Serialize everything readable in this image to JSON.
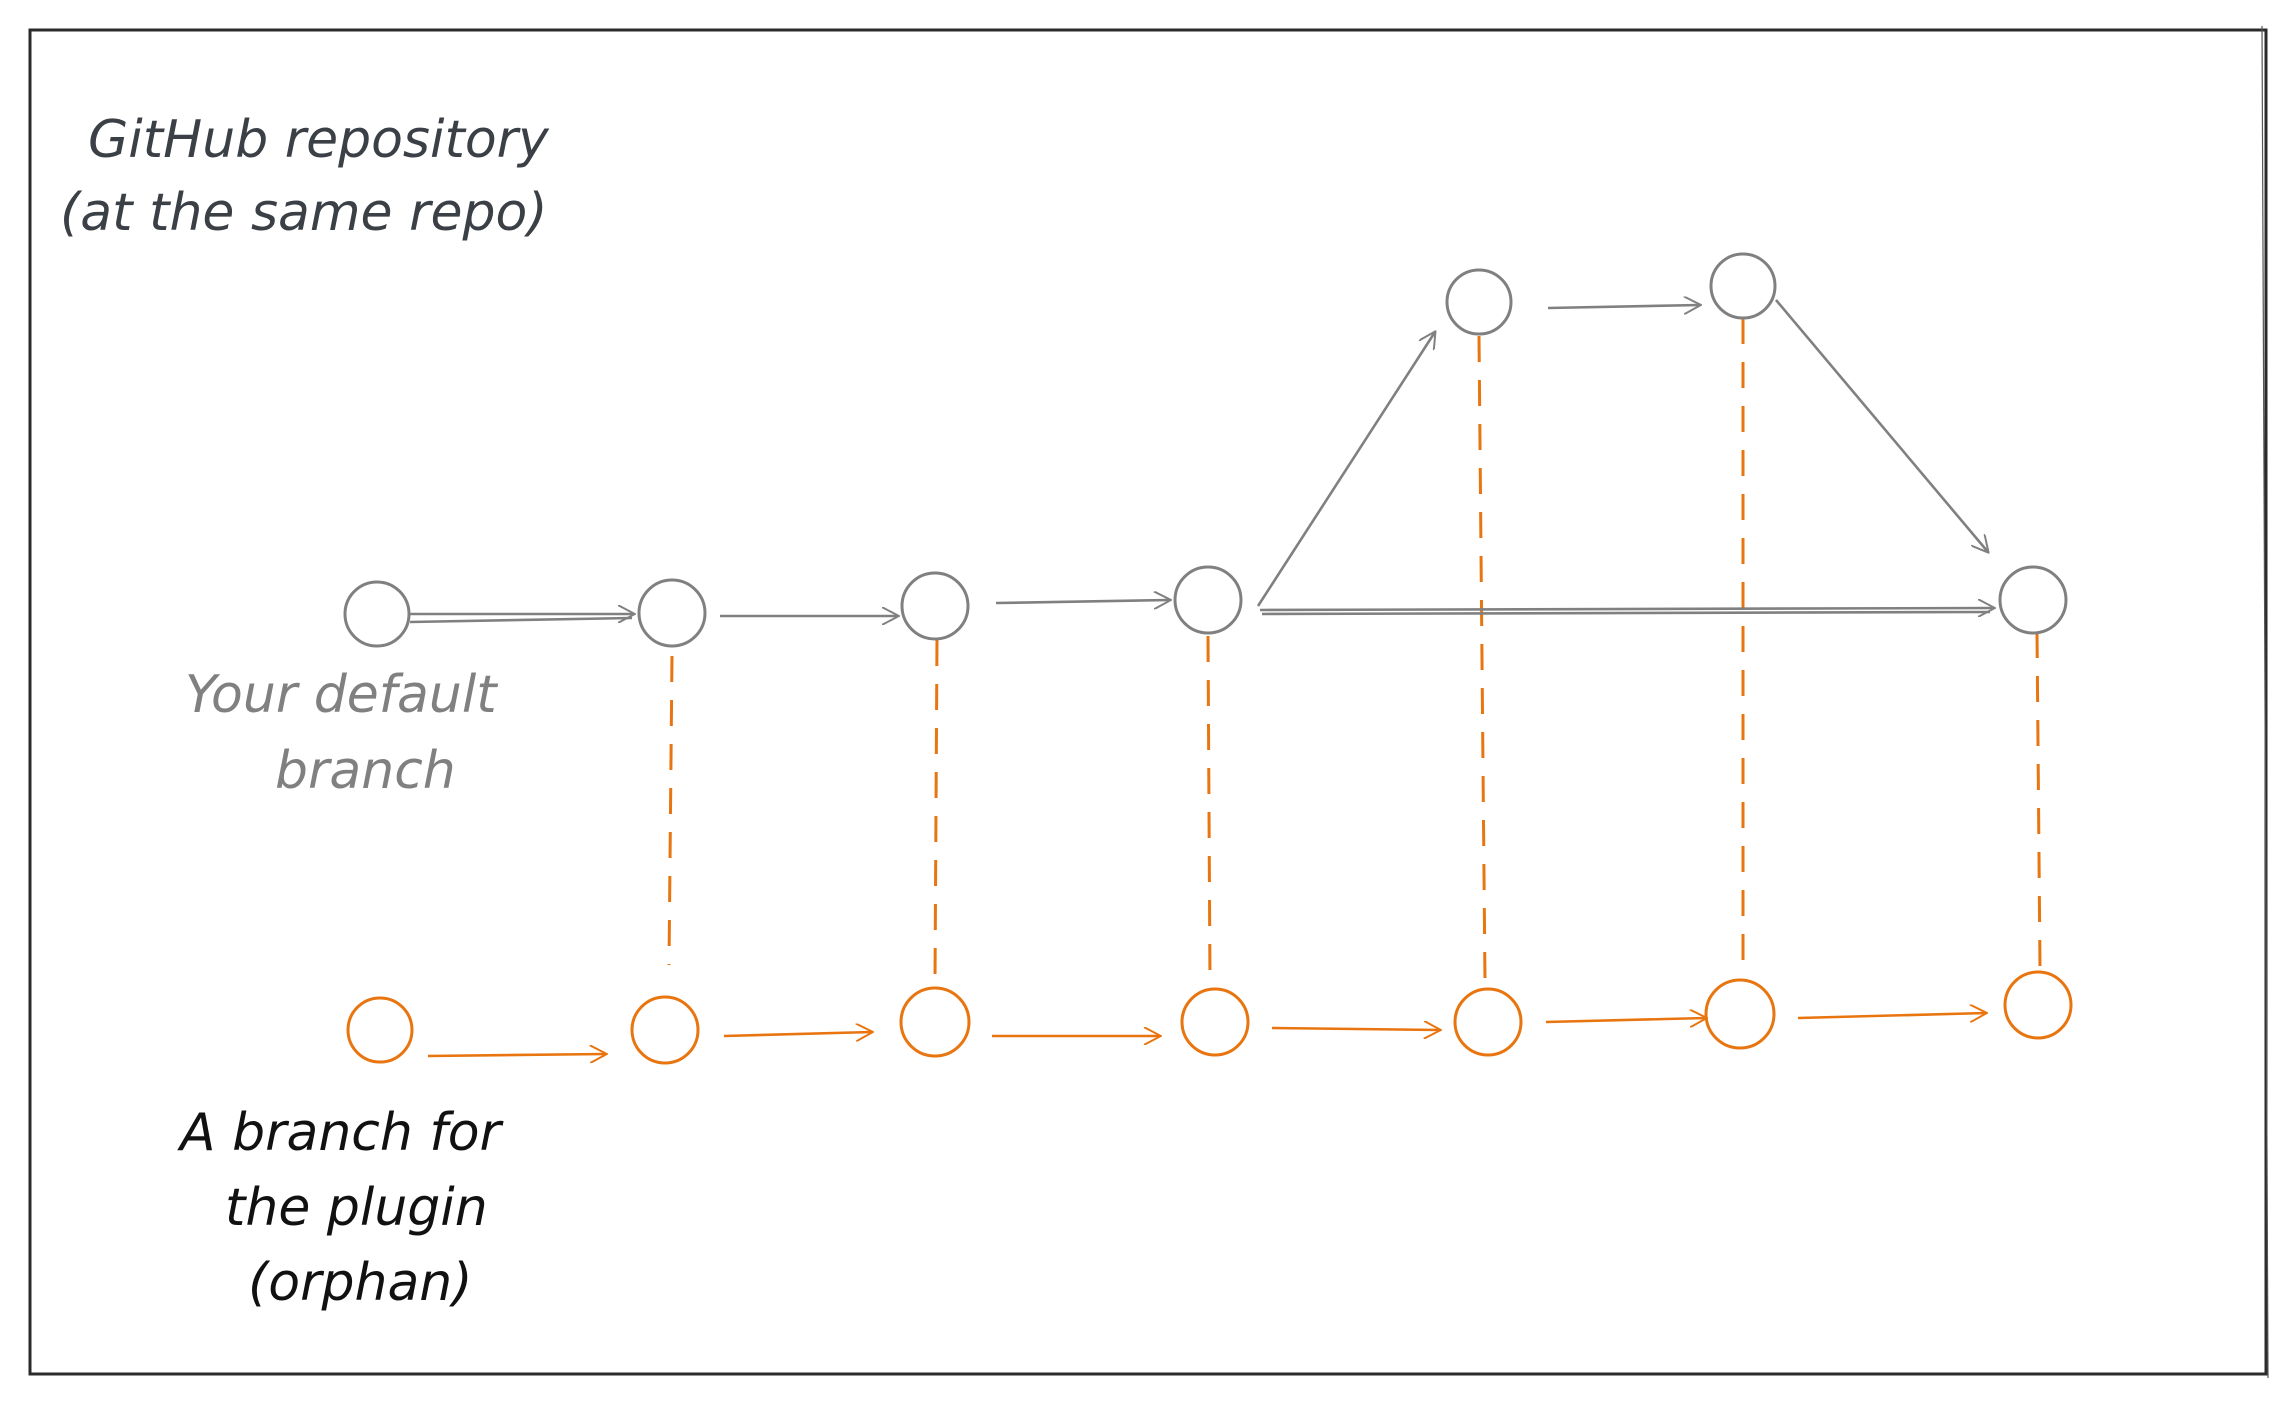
{
  "title_lines": [
    "GitHub repository",
    "(at the same repo)"
  ],
  "default_branch_label_lines": [
    "Your default",
    "branch"
  ],
  "plugin_branch_label_lines": [
    "A branch for",
    "the plugin",
    "(orphan)"
  ],
  "colors": {
    "frame": "#2b2b2b",
    "title": "#3b3f46",
    "default_branch": "#808080",
    "plugin_branch": "#e8750f",
    "plugin_label": "#111111"
  }
}
